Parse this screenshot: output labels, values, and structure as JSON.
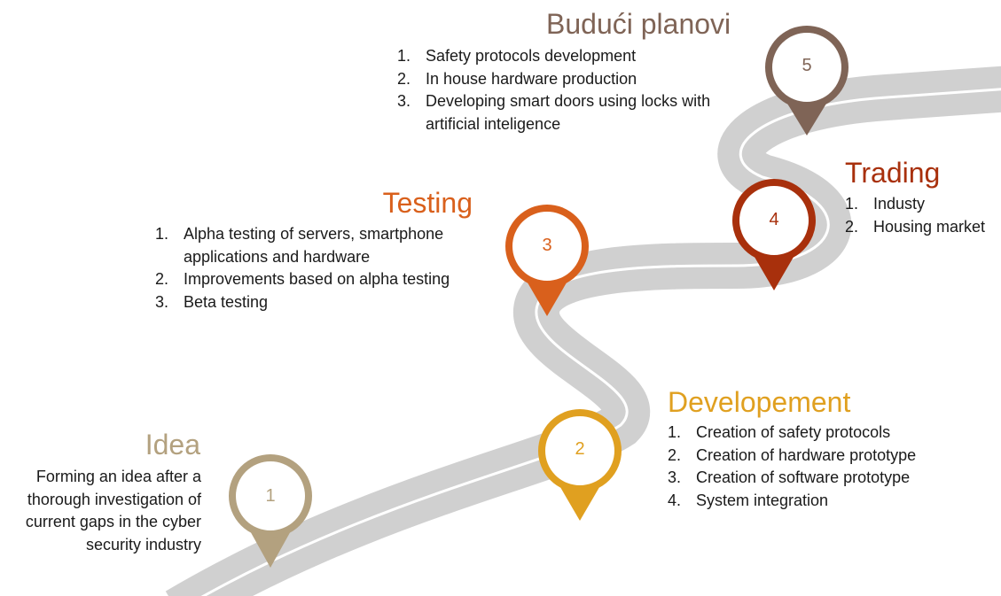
{
  "colors": {
    "road": "#d0d0d0",
    "road_line": "#ffffff",
    "idea": "#b3a17f",
    "developement": "#e0a020",
    "testing": "#d9601c",
    "trading": "#a8300c",
    "future": "#7f6456"
  },
  "stages": [
    {
      "number": "1",
      "title": "Idea",
      "description": "Forming an idea after a thorough investigation of current gaps in the cyber security industry"
    },
    {
      "number": "2",
      "title": "Developement",
      "items": [
        "Creation of safety protocols",
        "Creation of hardware prototype",
        "Creation of software prototype",
        "System integration"
      ]
    },
    {
      "number": "3",
      "title": "Testing",
      "items": [
        "Alpha testing of servers, smartphone applications and hardware",
        "Improvements based on alpha testing",
        "Beta testing"
      ]
    },
    {
      "number": "4",
      "title": "Trading",
      "items": [
        "Industy",
        "Housing market"
      ]
    },
    {
      "number": "5",
      "title": "Budući planovi",
      "items": [
        "Safety protocols development",
        "In house hardware production",
        "Developing smart doors using locks with artificial inteligence"
      ]
    }
  ]
}
